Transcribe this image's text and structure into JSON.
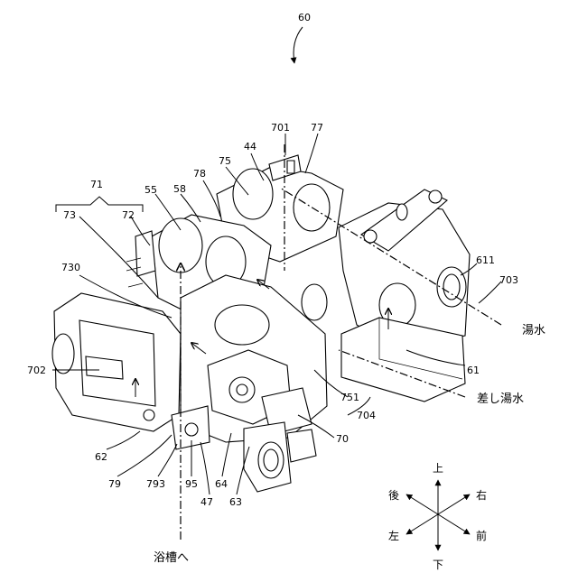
{
  "figure_number": "60",
  "reference_numerals": {
    "n71": "71",
    "n73": "73",
    "n72": "72",
    "n55": "55",
    "n58": "58",
    "n78": "78",
    "n75": "75",
    "n44": "44",
    "n701": "701",
    "n77": "77",
    "n730": "730",
    "n611": "611",
    "n703": "703",
    "n702": "702",
    "n61": "61",
    "n751": "751",
    "n704": "704",
    "n70": "70",
    "n62": "62",
    "n79": "79",
    "n793": "793",
    "n95": "95",
    "n47": "47",
    "n64": "64",
    "n63": "63"
  },
  "flow_labels": {
    "hot_water": "湯水",
    "added_hot_water": "差し湯水",
    "to_bathtub": "浴槽へ"
  },
  "direction_legend": {
    "up": "上",
    "down": "下",
    "back": "後",
    "right": "右",
    "left": "左",
    "front": "前"
  }
}
